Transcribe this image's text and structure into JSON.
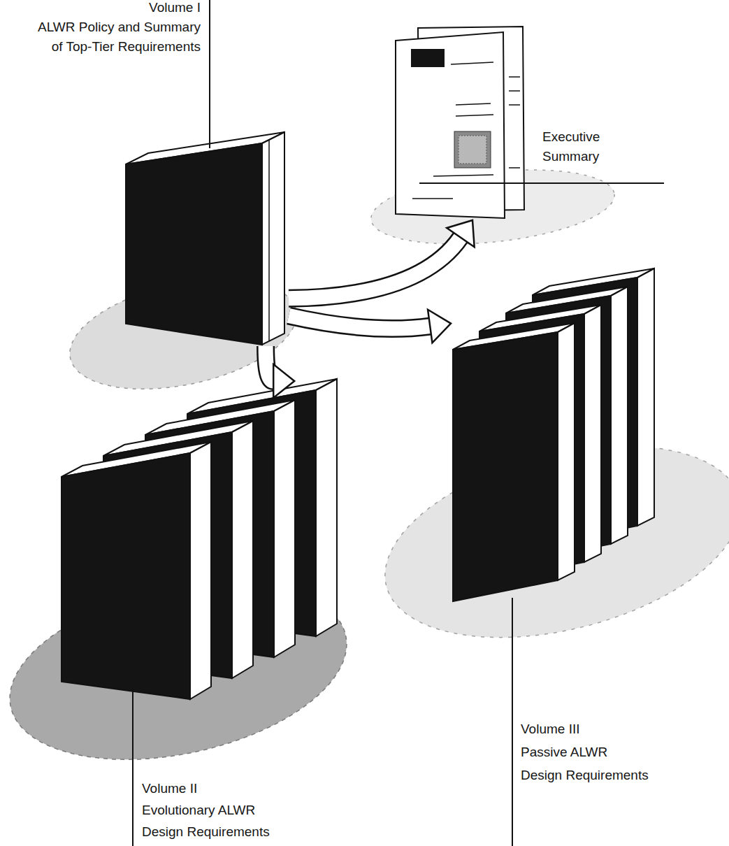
{
  "diagram": {
    "nodes": [
      {
        "text": [
          "Volume I",
          "ALWR Policy and Summary of Top-Tier Requirements"
        ]
      },
      {
        "text": [
          "Executive Summary"
        ]
      },
      {
        "text": [
          "Volume III",
          "Passive ALWR Design Requirements"
        ]
      },
      {
        "text": [
          "Volume II",
          "Evolutionary ALWR Design Requirements"
        ]
      }
    ],
    "edges": [
      {
        "from": 0,
        "to": 1,
        "arrow": "to"
      },
      {
        "from": 0,
        "to": 2,
        "arrow": "to"
      },
      {
        "from": 0,
        "to": 3,
        "arrow": "to"
      }
    ]
  }
}
